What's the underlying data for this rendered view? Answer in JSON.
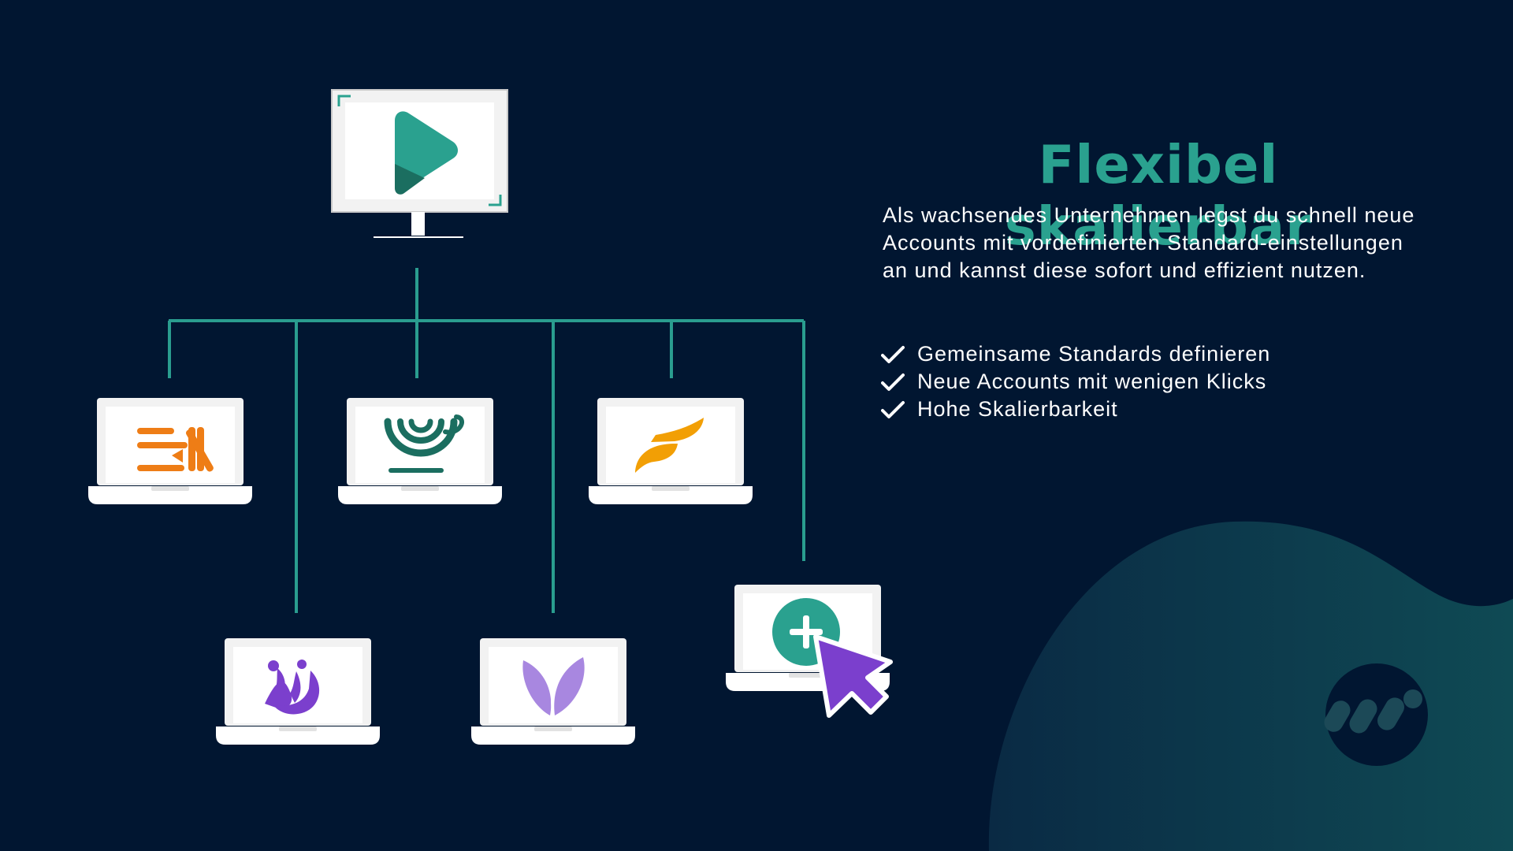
{
  "headline": "Flexibel skalierbar",
  "description": "Als wachsendes Unternehmen legst du schnell neue Accounts mit vordefinierten Standard-einstellungen an und kannst diese sofort und effizient nutzen.",
  "checklist": [
    {
      "label": "Gemeinsame Standards definieren",
      "icon": "check-icon"
    },
    {
      "label": "Neue Accounts mit wenigen Klicks",
      "icon": "check-icon"
    },
    {
      "label": "Hohe Skalierbarkeit",
      "icon": "check-icon"
    }
  ],
  "diagram": {
    "root": {
      "device": "monitor",
      "icon": "play-logo-icon"
    },
    "accounts": [
      {
        "device": "laptop",
        "icon": "en-logo-icon"
      },
      {
        "device": "laptop",
        "icon": "coffee-cup-logo-icon"
      },
      {
        "device": "laptop",
        "icon": "f-logo-icon"
      },
      {
        "device": "laptop",
        "icon": "people-logo-icon"
      },
      {
        "device": "laptop",
        "icon": "leaf-logo-icon"
      },
      {
        "device": "laptop",
        "icon": "add-account-icon"
      }
    ],
    "cursor_icon": "cursor-arrow-icon"
  },
  "brand_icon": "brand-badge-icon",
  "colors": {
    "background": "#011631",
    "accent_teal": "#2aa18f",
    "connector": "#2a9d8f",
    "orange": "#ee7d16",
    "amber": "#f29f05",
    "dark_teal": "#1b6e60",
    "purple": "#7b3fcd",
    "lavender": "#a887e0",
    "white": "#ffffff"
  }
}
